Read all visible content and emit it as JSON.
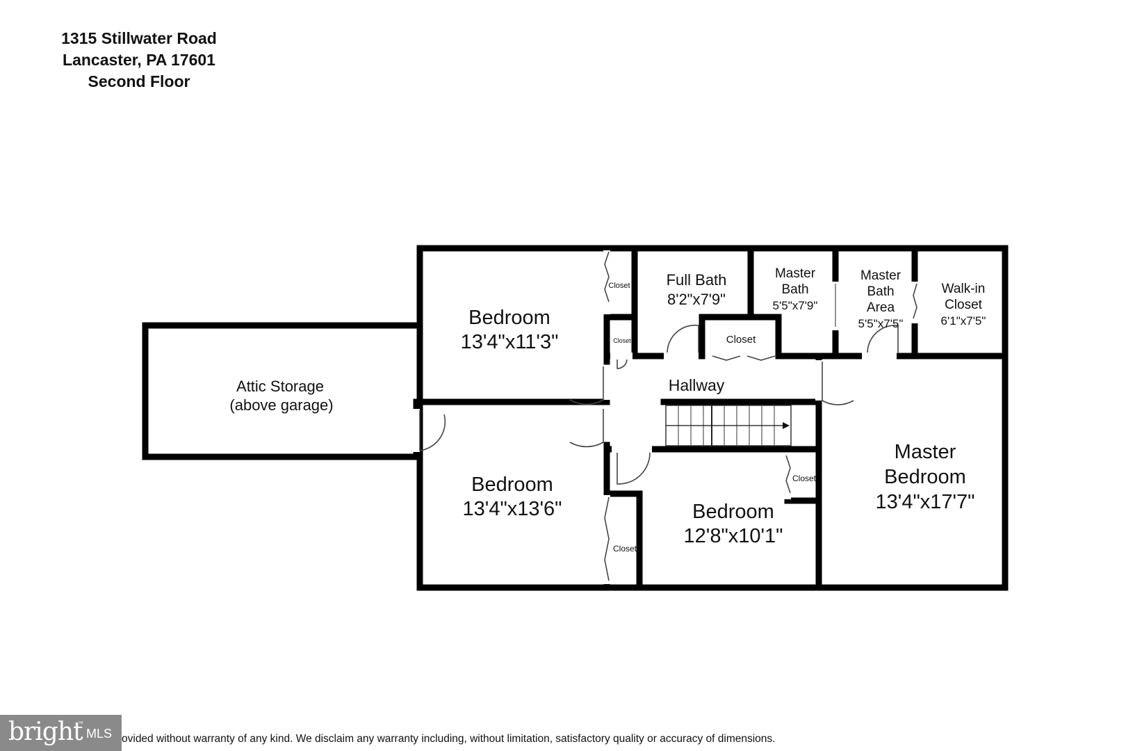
{
  "header": {
    "address_line": "1315 Stillwater Road",
    "city_line": "Lancaster, PA 17601",
    "floor_line": "Second Floor"
  },
  "rooms": {
    "attic": {
      "name": "Attic Storage",
      "note": "(above garage)"
    },
    "bedroom_upper_left": {
      "name": "Bedroom",
      "size": "13'4\"x11'3\""
    },
    "bedroom_lower_left": {
      "name": "Bedroom",
      "size": "13'4\"x13'6\""
    },
    "bedroom_center": {
      "name": "Bedroom",
      "size": "12'8\"x10'1\""
    },
    "master_bedroom": {
      "name_line1": "Master",
      "name_line2": "Bedroom",
      "size": "13'4\"x17'7\""
    },
    "full_bath": {
      "name": "Full Bath",
      "size": "8'2\"x7'9\""
    },
    "master_bath": {
      "name_line1": "Master",
      "name_line2": "Bath",
      "size": "5'5\"x7'9\""
    },
    "master_bath_area": {
      "name_line1": "Master",
      "name_line2": "Bath",
      "name_line3": "Area",
      "size": "5'5\"x7'5\""
    },
    "walk_in_closet": {
      "name_line1": "Walk-in",
      "name_line2": "Closet",
      "size": "6'1\"x7'5\""
    },
    "hallway": {
      "name": "Hallway"
    },
    "hall_closet": {
      "name": "Closet"
    },
    "closet_upper_bedroom": {
      "name": "Closet"
    },
    "closet_small": {
      "name": "Closet"
    },
    "closet_lower_bedroom": {
      "name": "Closet"
    },
    "closet_center_bedroom": {
      "name": "Closet"
    }
  },
  "footer": {
    "logo_word": "bright",
    "logo_suffix": "MLS",
    "disclaimer": "ovided without warranty of any kind. We disclaim any warranty including, without limitation,  satisfactory quality or accuracy of dimensions."
  },
  "colors": {
    "wall": "#000000",
    "door": "#555555",
    "logo_bg": "#8a8a8a"
  }
}
